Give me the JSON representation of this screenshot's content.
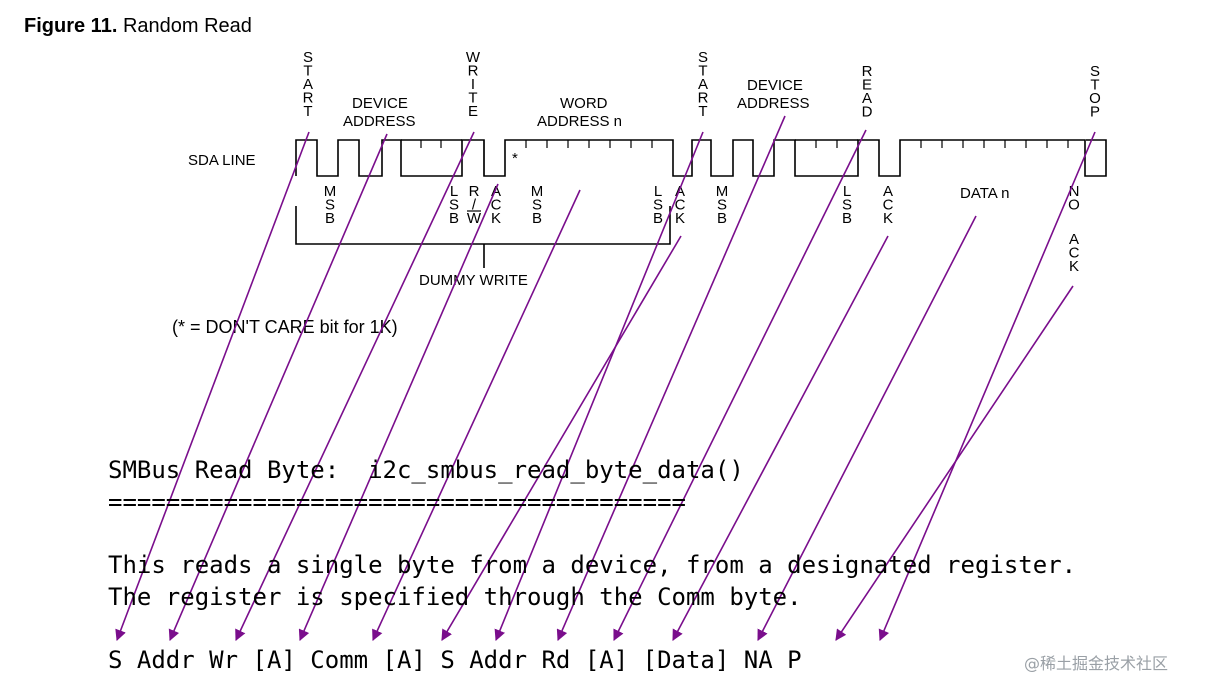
{
  "figure": {
    "number": "Figure 11.",
    "title": "Random Read"
  },
  "sda_label": "SDA LINE",
  "top_labels": {
    "start1": "START",
    "device_address1": [
      "DEVICE",
      "ADDRESS"
    ],
    "write": "WRITE",
    "word_address": [
      "WORD",
      "ADDRESS n"
    ],
    "start2": "START",
    "device_address2": [
      "DEVICE",
      "ADDRESS"
    ],
    "read": "READ",
    "stop": "STOP"
  },
  "bottom_labels": {
    "msb1": "MSB",
    "lsb1": "LSB",
    "rw": "R/W",
    "ack1": "ACK",
    "msb2": "MSB",
    "lsb2": "LSB",
    "ack2": "ACK",
    "msb3": "MSB",
    "lsb3": "LSB",
    "ack3": "ACK",
    "data": "DATA n",
    "no": "NO",
    "noack": "ACK"
  },
  "dont_care_mark": "*",
  "dummy_write": "DUMMY WRITE",
  "note": "(* = DON'T CARE bit for 1K)",
  "smbus": {
    "heading": "SMBus Read Byte:  i2c_smbus_read_byte_data()",
    "rule": "========================================",
    "desc1": "This reads a single byte from a device, from a designated register.",
    "desc2": "The register is specified through the Comm byte.",
    "protocol": "S Addr Wr [A] Comm [A] S Addr Rd [A] [Data] NA P"
  },
  "watermark": "@稀土掘金技术社区",
  "colors": {
    "arrow": "#7a0e8c",
    "text": "#000000",
    "watermark": "#9aa0a6"
  }
}
